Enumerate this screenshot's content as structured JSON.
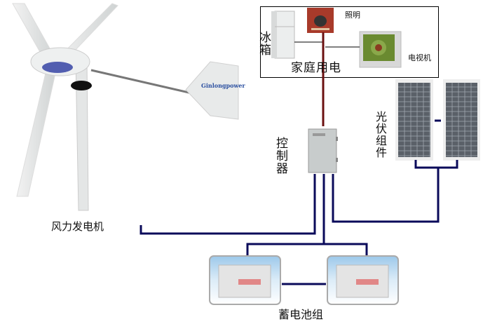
{
  "labels": {
    "wind_turbine": "风力发电机",
    "household_power": "家庭用电",
    "lighting": "照明",
    "television": "电视机",
    "refrigerator": "冰箱",
    "controller": "控制器",
    "pv_modules": "光伏组件",
    "battery_bank": "蓄电池组"
  },
  "logo": "Ginlongpower",
  "colors": {
    "wire_dc": "#0a0a5a",
    "wire_ac": "#6b1010",
    "house_wire": "#000000"
  }
}
